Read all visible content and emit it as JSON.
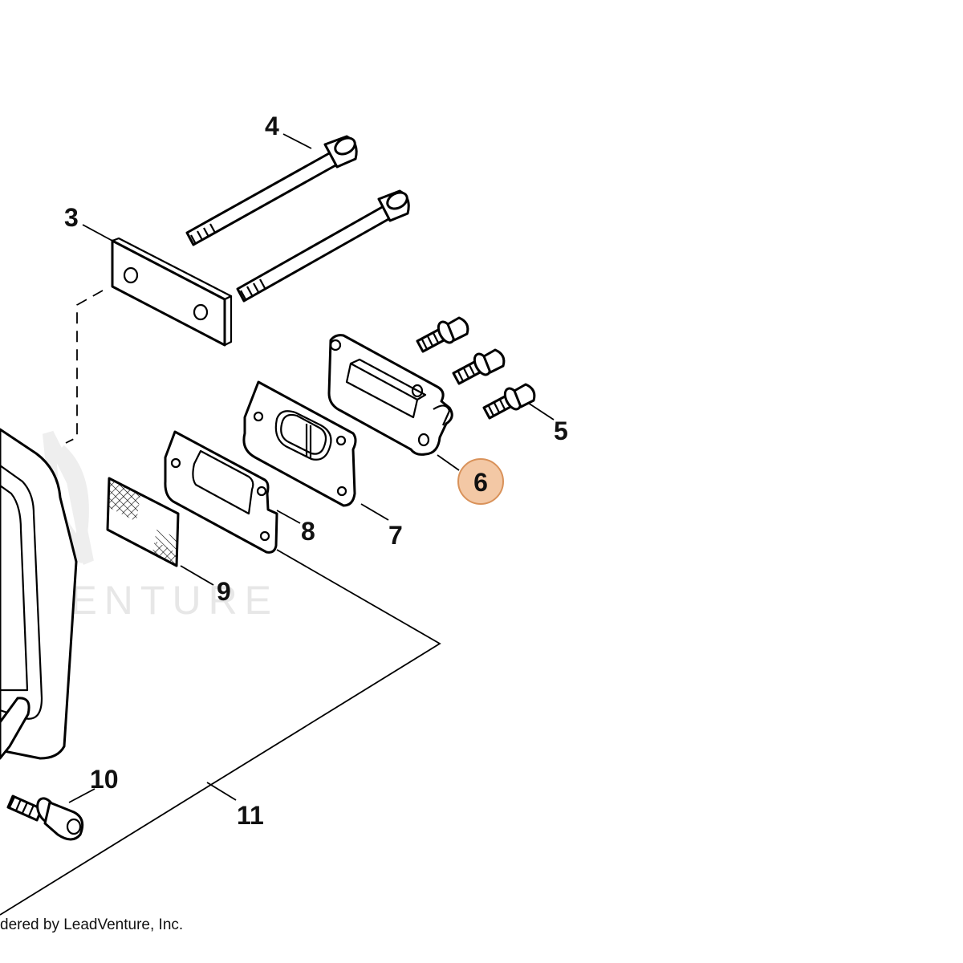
{
  "watermark": "DVENTURE",
  "footer": "dered by LeadVenture, Inc.",
  "highlight_color": "#f3c8a5",
  "highlight_stroke": "#d9925a",
  "labels": {
    "p3": "3",
    "p4": "4",
    "p5": "5",
    "p6": "6",
    "p7": "7",
    "p8": "8",
    "p9": "9",
    "p10": "10",
    "p11": "11"
  },
  "highlighted_part": "6"
}
